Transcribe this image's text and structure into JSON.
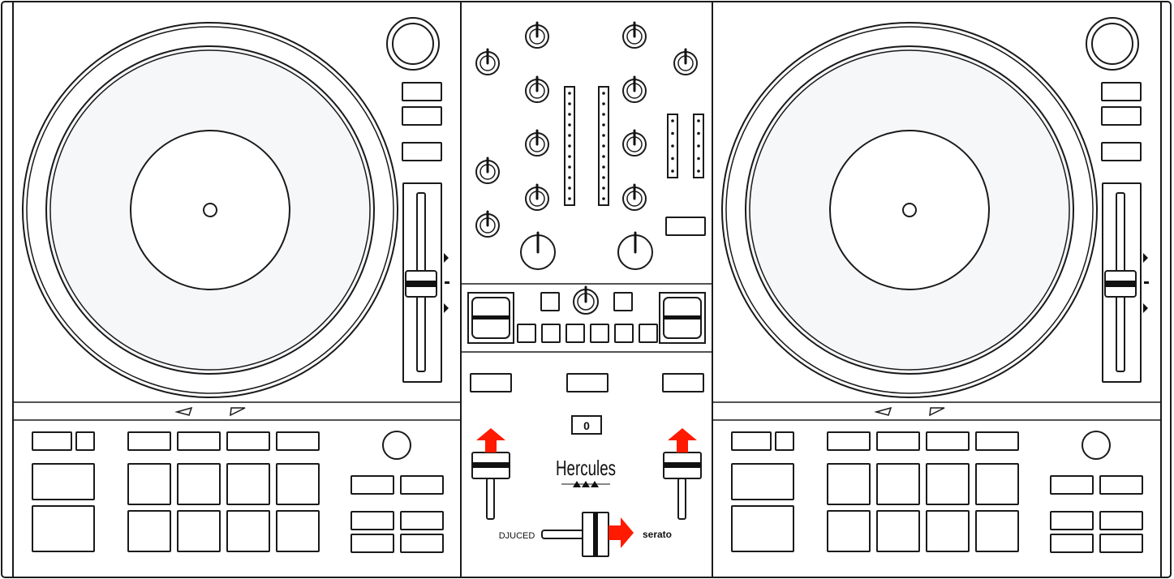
{
  "diagram": {
    "title": "DJ controller top view",
    "mixer": {
      "display_value": "0",
      "brand_logo": "Hercules",
      "crossfader_left_label": "DJUCED",
      "crossfader_right_label": "serato"
    },
    "arrows": {
      "color": "#ff1a00",
      "items": [
        "left-volume-fader-up",
        "right-volume-fader-up",
        "crossfader-right"
      ]
    }
  }
}
